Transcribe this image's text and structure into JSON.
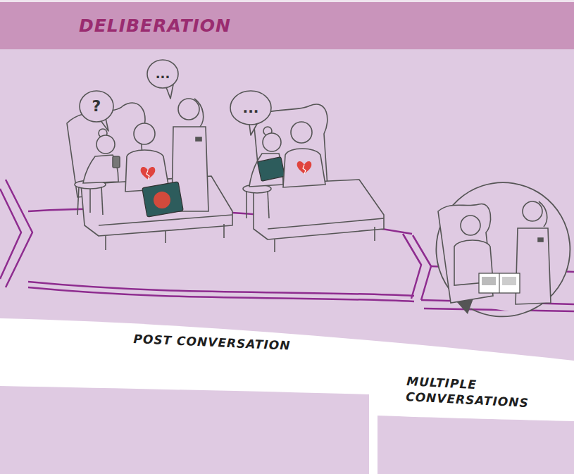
{
  "diagram": {
    "title": "DELIBERATION",
    "nodes": [
      {
        "text": [
          "?"
        ]
      },
      {
        "text": [
          "..."
        ]
      },
      {
        "text": [
          "..."
        ]
      },
      {
        "text": [
          "POST CONVERSATION"
        ]
      },
      {
        "text": [
          "MULTIPLE CONVERSATIONS"
        ]
      }
    ]
  }
}
